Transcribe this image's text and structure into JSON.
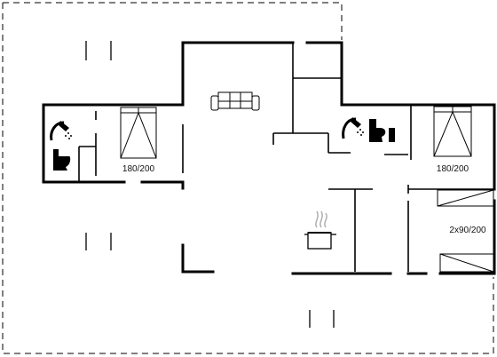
{
  "plan": {
    "rooms": {
      "bedroom_west": {
        "bed_label": "180/200",
        "icons": [
          "shower-icon",
          "toilet-icon",
          "double-bed-icon"
        ]
      },
      "bedroom_east": {
        "bed_label": "180/200",
        "icons": [
          "shower-icon",
          "toilet-icon",
          "double-bed-icon"
        ]
      },
      "living_room": {
        "icons": [
          "sofa-icon"
        ]
      },
      "kitchen": {
        "icons": [
          "cooking-pot-icon"
        ]
      },
      "bunk_room": {
        "bed_label": "2x90/200",
        "icons": [
          "bunk-bed-icon"
        ]
      }
    },
    "colors": {
      "wall": "#000000",
      "outline": "#333333",
      "background": "#ffffff"
    }
  }
}
